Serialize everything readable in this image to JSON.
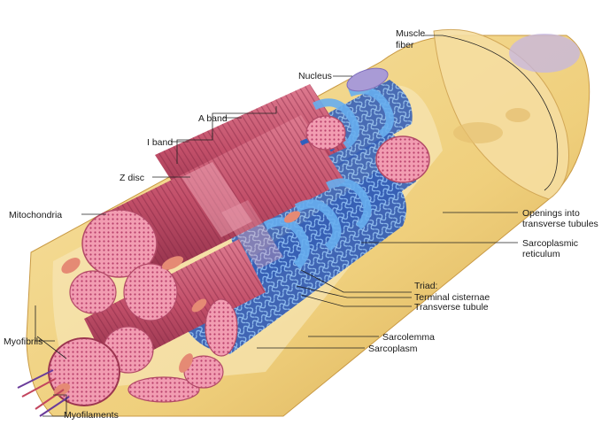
{
  "labels": {
    "muscle_fiber_1": "Muscle",
    "muscle_fiber_2": "fiber",
    "nucleus": "Nucleus",
    "a_band": "A band",
    "i_band": "I band",
    "z_disc": "Z disc",
    "mitochondria": "Mitochondria",
    "myofibrils": "Myofibrils",
    "myofilaments": "Myofilaments",
    "openings_1": "Openings into",
    "openings_2": "transverse tubules",
    "sr_1": "Sarcoplasmic",
    "sr_2": "reticulum",
    "triad": "Triad:",
    "terminal_cisternae": "Terminal cisternae",
    "transverse_tubule": "Transverse tubule",
    "sarcolemma": "Sarcolemma",
    "sarcoplasm": "Sarcoplasm"
  },
  "colors": {
    "sarcolemma": "#f2d58a",
    "sarcolemma_dark": "#d9b45c",
    "myofibril": "#c9566f",
    "myofibril_dark": "#9c3550",
    "myofibril_end": "#f4a7b9",
    "reticulum": "#3f78d6",
    "ttubule": "#6fb2ef",
    "nucleus": "#a99bd6",
    "mitochondria": "#e68a7a"
  }
}
